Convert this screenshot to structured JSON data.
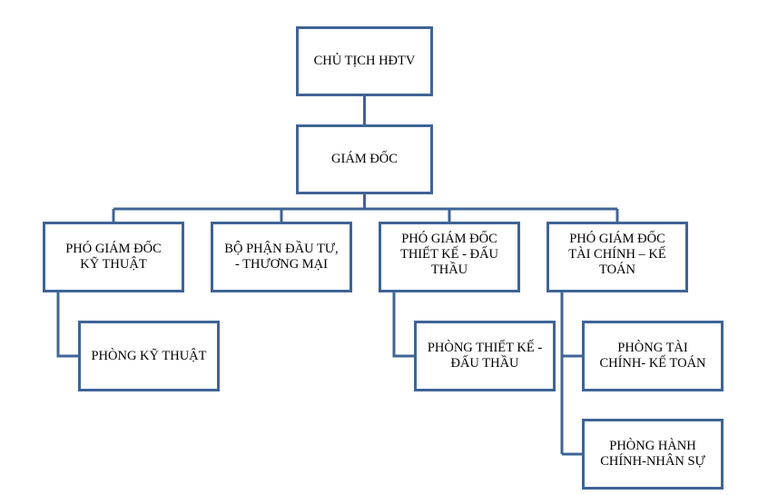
{
  "org_chart": {
    "chairman": "CHỦ TỊCH HĐTV",
    "director": "GIÁM ĐỐC",
    "vp_technical": "PHÓ GIÁM ĐỐC\nKỸ THUẬT",
    "investment_trade": "BỘ PHẬN ĐẦU TƯ,\n- THƯƠNG MẠI",
    "vp_design_bidding": "PHÓ GIÁM ĐỐC\nTHIẾT KẾ - ĐẤU\nTHẦU",
    "vp_finance_accounting": "PHÓ GIÁM ĐỐC\nTÀI CHÍNH – KẾ\nTOÁN",
    "dept_technical": "PHÒNG KỸ THUẬT",
    "dept_design_bidding": "PHÒNG THIẾT KẾ -\nĐẤU THẦU",
    "dept_finance_accounting": "PHÒNG TÀI\nCHÍNH- KẾ TOÁN",
    "dept_admin_hr": "PHÒNG HÀNH\nCHÍNH-NHÂN SỰ"
  },
  "colors": {
    "border": "#3f6496",
    "connector": "#3f6496",
    "text": "#000000",
    "background": "#ffffff"
  }
}
